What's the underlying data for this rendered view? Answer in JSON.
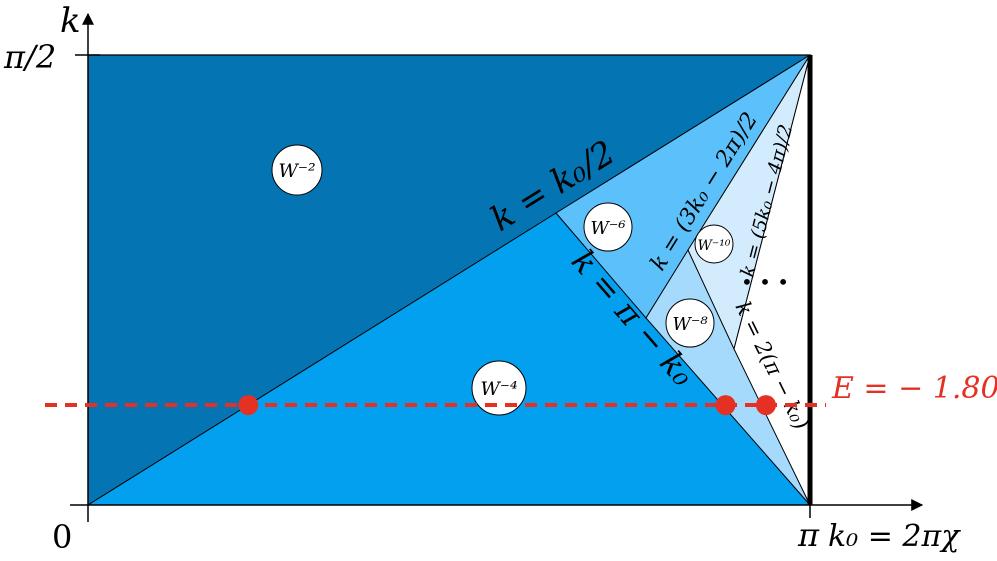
{
  "axes": {
    "y_label": "k",
    "x_label": "k₀ = 2πχ",
    "y_tick_top": "π/2",
    "x_tick_origin": "0",
    "x_tick_pi": "π"
  },
  "regions": [
    {
      "id": "w2",
      "label": "W⁻²",
      "color": "#0574b3"
    },
    {
      "id": "w4",
      "label": "W⁻⁴",
      "color": "#03a0f0"
    },
    {
      "id": "w6",
      "label": "W⁻⁶",
      "color": "#5cc0fb"
    },
    {
      "id": "w8",
      "label": "W⁻⁸",
      "color": "#a6dafd"
    },
    {
      "id": "w10",
      "label": "W⁻¹⁰",
      "color": "#d2ecfe"
    }
  ],
  "boundaries": {
    "k0_half": "k = k₀/2",
    "pi_minus_k0": "k = π − k₀",
    "three_k0": "k = (3k₀ − 2π)/2",
    "two_pi_minus": "k = 2(π − k₀)",
    "five_k0": "k = (5k₀ − 4π)/2"
  },
  "ellipsis": "• • •",
  "energy": {
    "label": "E = − 1.80",
    "color": "#e53024",
    "k0_points_fraction_of_pi": [
      0.222,
      0.883,
      0.939
    ],
    "k_fraction_of_half_pi": 0.222
  }
}
